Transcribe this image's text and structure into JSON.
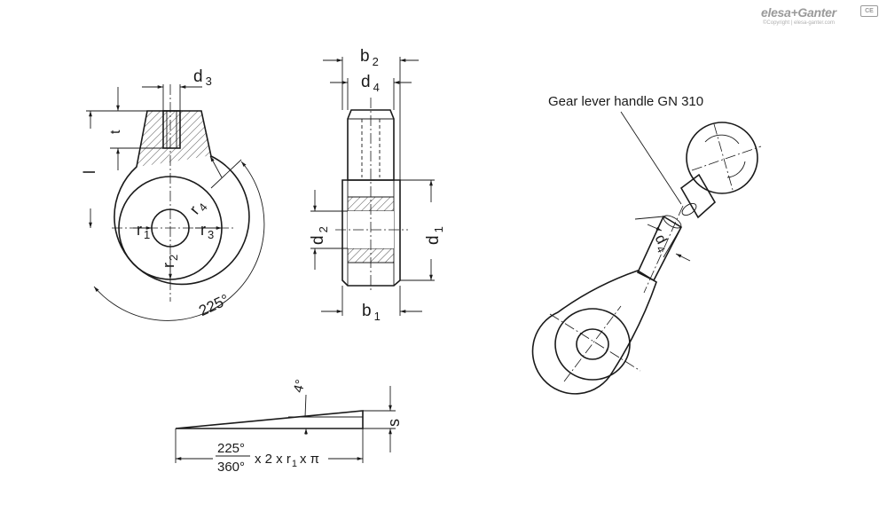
{
  "labels": {
    "d3": "d",
    "d3_sub": "3",
    "b2": "b",
    "b2_sub": "2",
    "d4": "d",
    "d4_sub": "4",
    "t": "t",
    "l": "l",
    "r4": "r",
    "r4_sub": "4",
    "r1": "r",
    "r1_sub": "1",
    "r3": "r",
    "r3_sub": "3",
    "r2": "r",
    "r2_sub": "2",
    "angle": "225°",
    "d2": "d",
    "d2_sub": "2",
    "d1": "d",
    "d1_sub": "1",
    "b1": "b",
    "b1_sub": "1",
    "gear_lever": "Gear lever handle GN 310",
    "d4_iso": "d",
    "d4_iso_sub": "4",
    "angle4": "4°",
    "s": "s",
    "formula_num": "225°",
    "formula_den": "360°",
    "formula_main": "x 2 x r",
    "formula_sub": "1",
    "formula_end": "x π"
  },
  "logo": {
    "brand": "elesa+Ganter",
    "copyright": "©Copyright | elesa-ganter.com",
    "badge": "CE"
  }
}
